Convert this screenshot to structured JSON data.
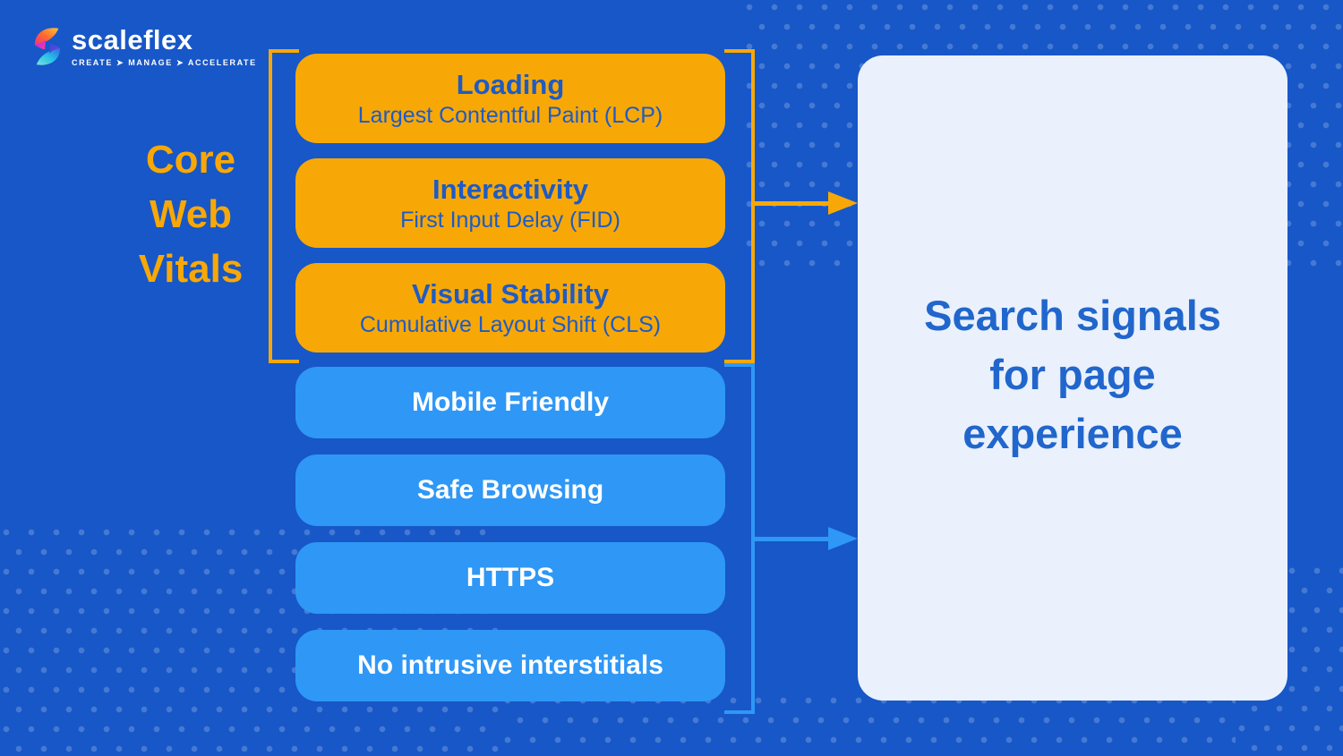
{
  "brand": {
    "name": "scaleflex",
    "tagline": "CREATE ➤ MANAGE ➤ ACCELERATE",
    "logo_icon": "scaleflex-s-icon"
  },
  "diagram": {
    "left_label": {
      "text": "Core Web Vitals",
      "lines": [
        "Core",
        "Web",
        "Vitals"
      ]
    },
    "core_web_vitals_group": {
      "bracket_color": "#F8A806",
      "items": [
        {
          "title": "Loading",
          "subtitle": "Largest Contentful Paint (LCP)"
        },
        {
          "title": "Interactivity",
          "subtitle": "First Input Delay (FID)"
        },
        {
          "title": "Visual Stability",
          "subtitle": "Cumulative Layout Shift (CLS)"
        }
      ]
    },
    "other_signals_group": {
      "bracket_color": "#2F97F6",
      "items": [
        {
          "label": "Mobile Friendly"
        },
        {
          "label": "Safe Browsing"
        },
        {
          "label": "HTTPS"
        },
        {
          "label": "No intrusive interstitials"
        }
      ]
    },
    "result_box": {
      "text": "Search signals for page experience",
      "lines": [
        "Search signals",
        "for page",
        "experience"
      ]
    },
    "colors": {
      "background": "#1757C8",
      "orange": "#F8A806",
      "light_blue": "#2F97F6",
      "panel_background": "#EAF1FC",
      "panel_text": "#2166CC",
      "box_text_blue": "#1E5BC6",
      "white": "#FFFFFF"
    }
  }
}
